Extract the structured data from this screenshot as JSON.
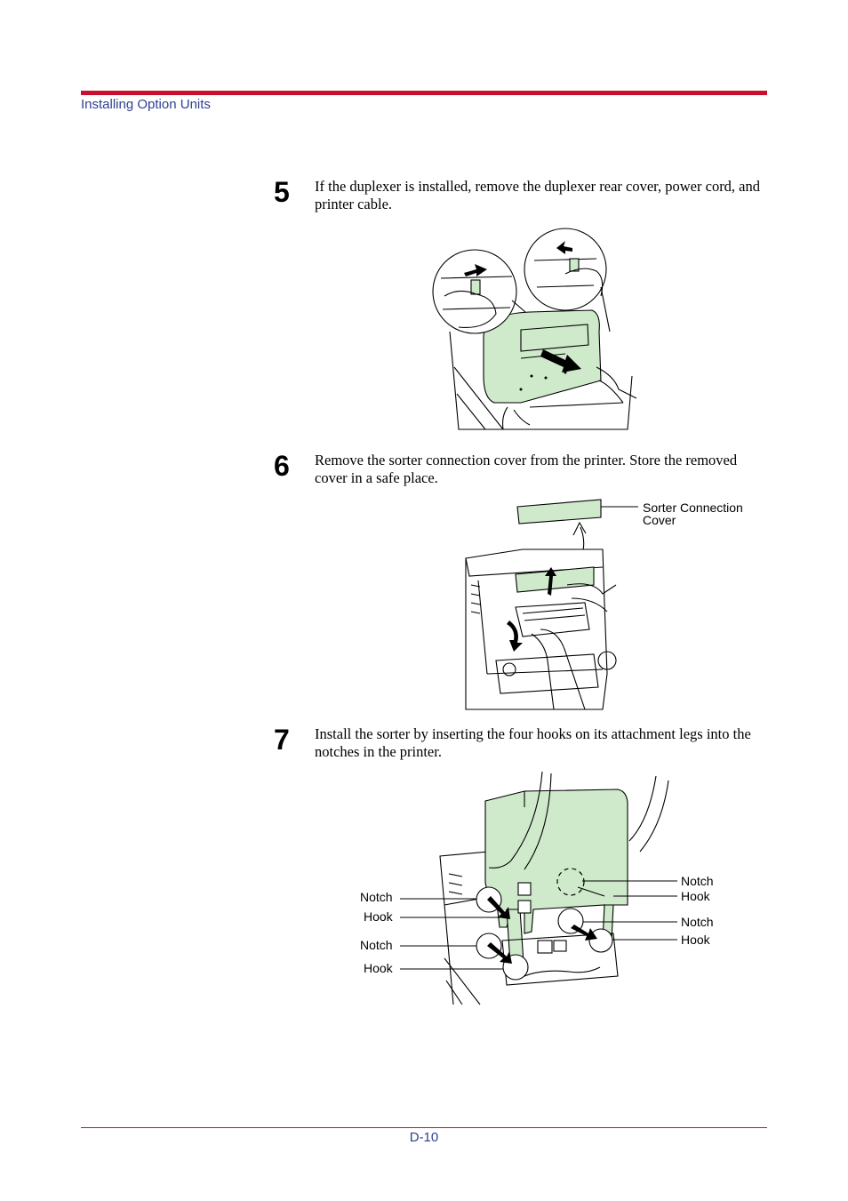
{
  "header": {
    "section_title": "Installing Option Units"
  },
  "steps": [
    {
      "number": "5",
      "text": "If the duplexer is installed, remove the duplexer rear cover, power cord, and printer cable."
    },
    {
      "number": "6",
      "text": "Remove the sorter connection cover from the printer. Store the removed cover in a safe place."
    },
    {
      "number": "7",
      "text": "Install the sorter by inserting the four hooks on its attachment legs into the notches in the printer."
    }
  ],
  "figure6": {
    "callout_line1": "Sorter Connection",
    "callout_line2": "Cover"
  },
  "figure7": {
    "left_labels": [
      "Notch",
      "Hook",
      "Notch",
      "Hook"
    ],
    "right_labels": [
      "Notch",
      "Hook",
      "Notch",
      "Hook"
    ]
  },
  "footer": {
    "page_number": "D-10"
  },
  "colors": {
    "accent_rule": "#c8102e",
    "header_text": "#2e3f92",
    "illustration_fill": "#cfeacb"
  }
}
